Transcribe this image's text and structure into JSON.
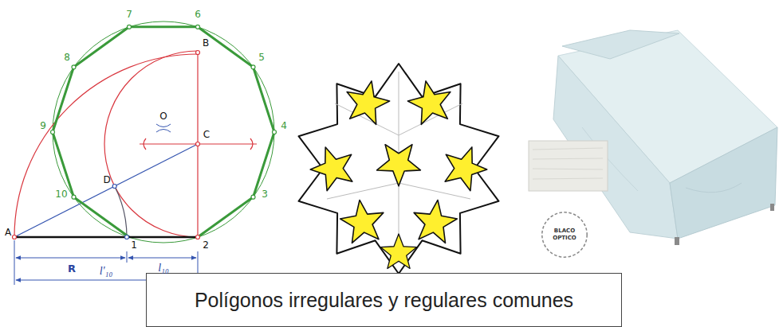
{
  "diagram": {
    "nodes": [
      {
        "text": [
          "BLACO OPTICO"
        ]
      },
      {
        "text": [
          "Polígonos irregulares y regulares comunes"
        ]
      }
    ],
    "labels": [
      "A",
      "R",
      "1",
      "l₁₀",
      "2",
      "l'₁₀",
      "D",
      "10",
      "9",
      "8",
      "7",
      "6",
      "5",
      "4",
      "3",
      "O",
      "C",
      "B"
    ]
  }
}
